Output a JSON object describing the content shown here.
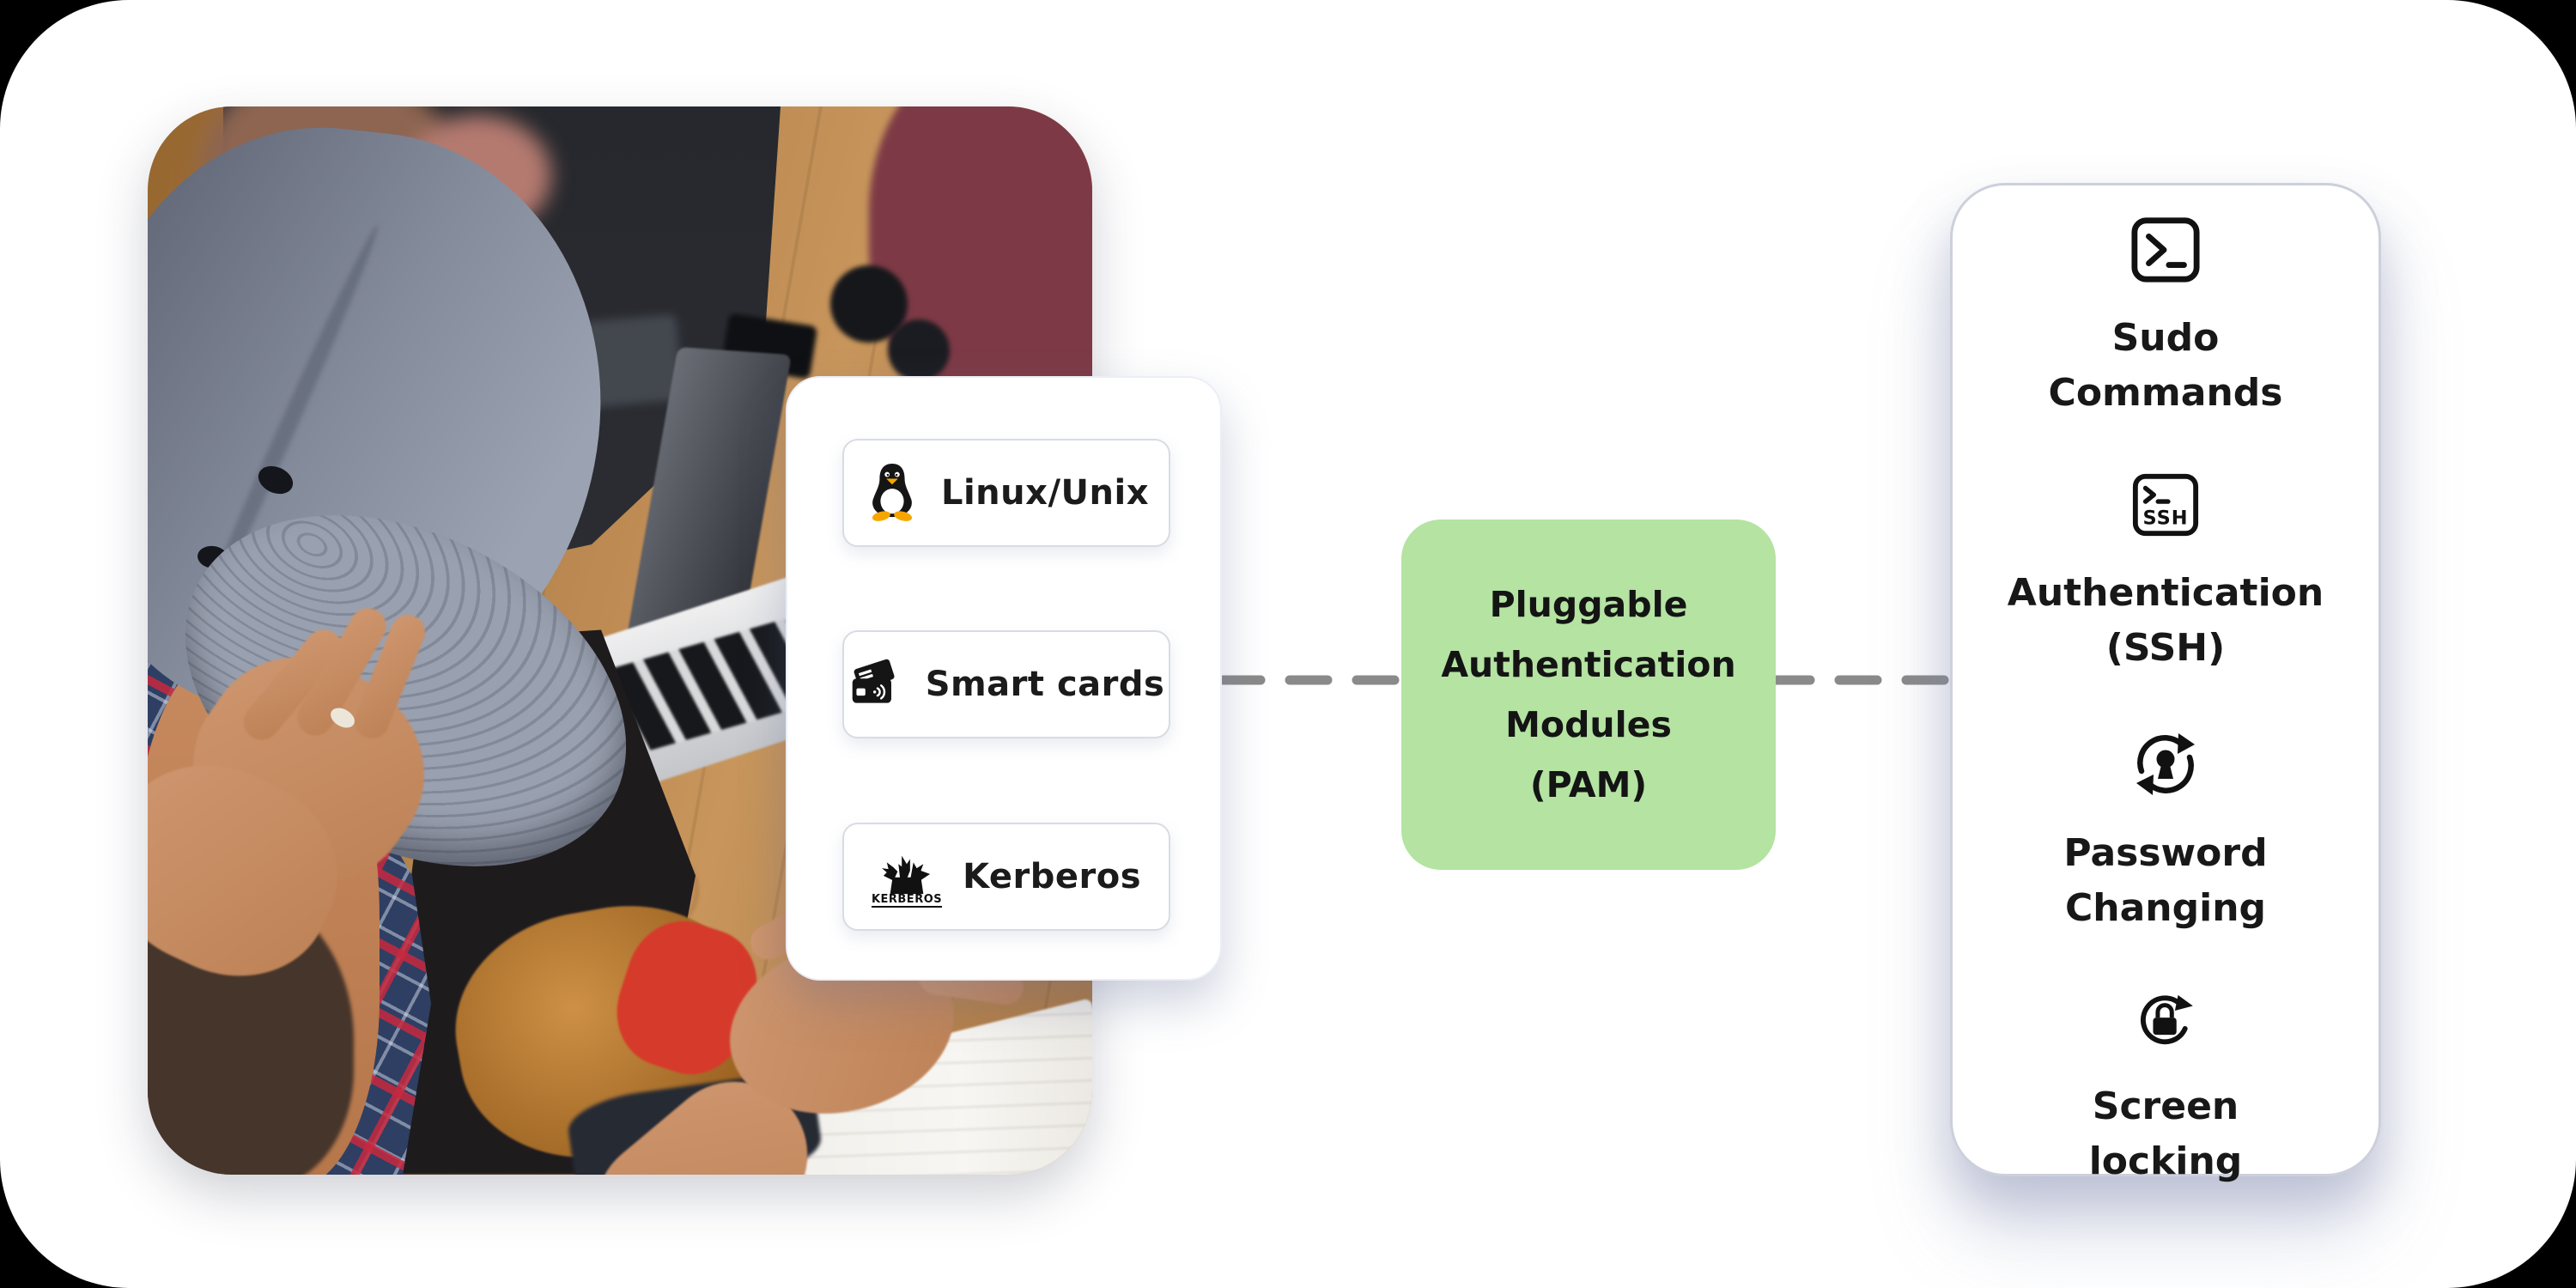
{
  "page": {
    "background_color": "#000000",
    "canvas_color": "#ffffff",
    "accent_green": "#b4e3a2",
    "connector_color": "#8a8a8a",
    "text_color": "#1b1b1b"
  },
  "photo": {
    "description": "Man in a gray cap, glasses and plaid shirt gesturing with open hands at a wooden desk with laptops, a water bottle, a camera and colleagues"
  },
  "left_panel": {
    "items": [
      {
        "label": "Linux/Unix",
        "icon": "tux-penguin-icon"
      },
      {
        "label": "Smart cards",
        "icon": "smart-card-icon"
      },
      {
        "label": "Kerberos",
        "icon": "kerberos-dog-icon",
        "icon_caption": "KERBEROS"
      }
    ]
  },
  "center_node": {
    "label": "Pluggable Authentication Modules (PAM)",
    "label_lines": [
      "Pluggable",
      "Authentication",
      "Modules",
      "(PAM)"
    ],
    "bg_color": "#b4e3a2"
  },
  "connectors": {
    "style": "dashed",
    "color": "#8a8a8a"
  },
  "right_card": {
    "items": [
      {
        "label": "Sudo Commands",
        "label_lines": [
          "Sudo",
          "Commands"
        ],
        "icon": "terminal-prompt-icon"
      },
      {
        "label": "Authentication (SSH)",
        "label_lines": [
          "Authentication",
          "(SSH)"
        ],
        "icon": "ssh-terminal-icon",
        "icon_text": "SSH"
      },
      {
        "label": "Password Changing",
        "label_lines": [
          "Password",
          "Changing"
        ],
        "icon": "password-rotation-icon"
      },
      {
        "label": "Screen locking",
        "label_lines": [
          "Screen",
          "locking"
        ],
        "icon": "screen-lock-rotation-icon"
      }
    ]
  }
}
